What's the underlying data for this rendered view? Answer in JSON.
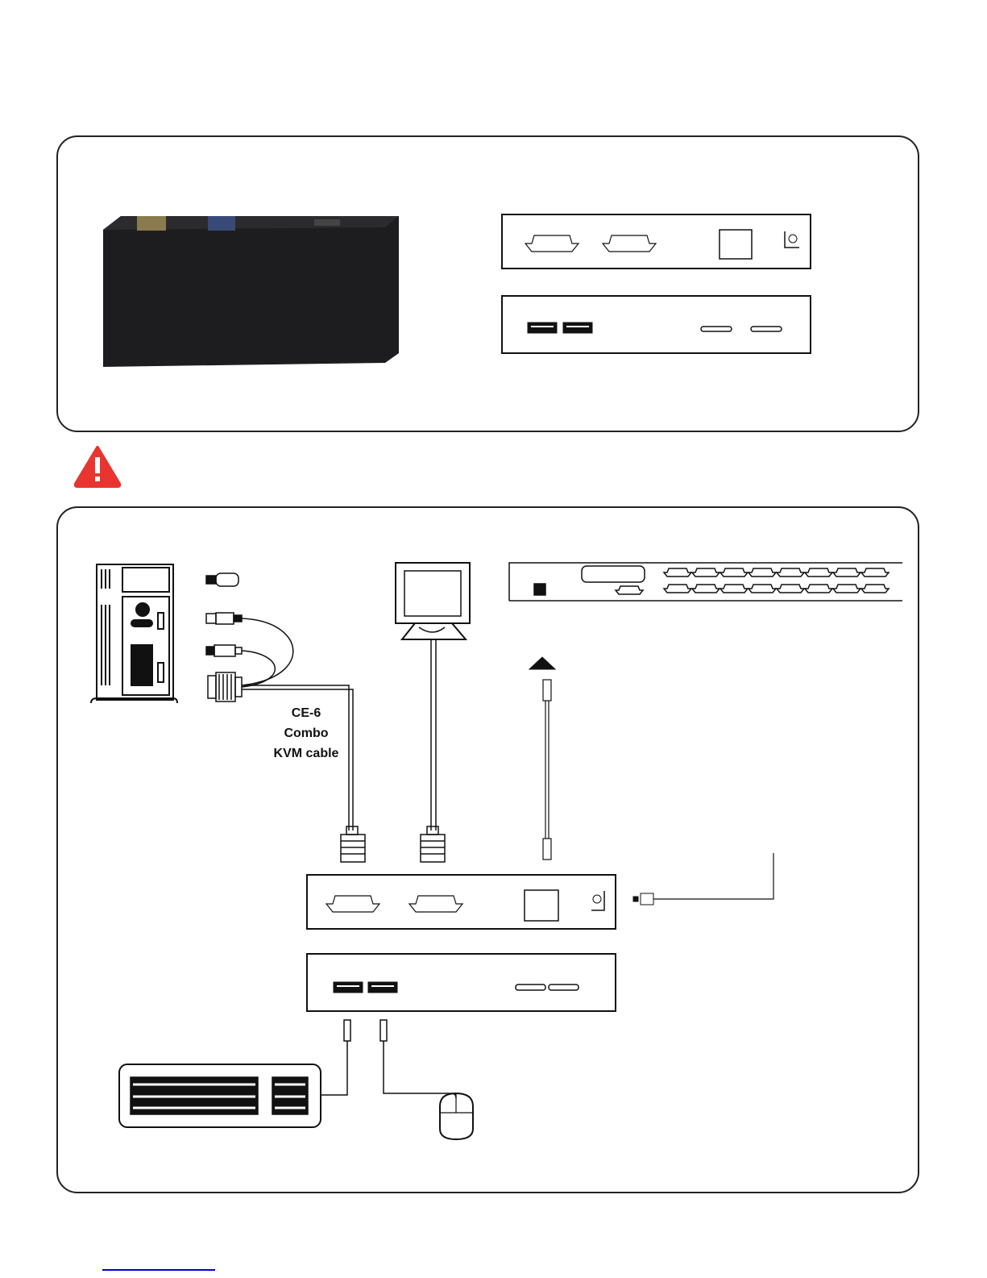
{
  "cable": {
    "label_lines": [
      "CE-6",
      "Combo",
      "KVM cable"
    ]
  },
  "warning": {
    "icon": "warning-triangle-icon",
    "color": "#e8352f"
  },
  "colors": {
    "line": "#111111",
    "device_photo": "#1d1d1f",
    "link": "#0000cc"
  }
}
